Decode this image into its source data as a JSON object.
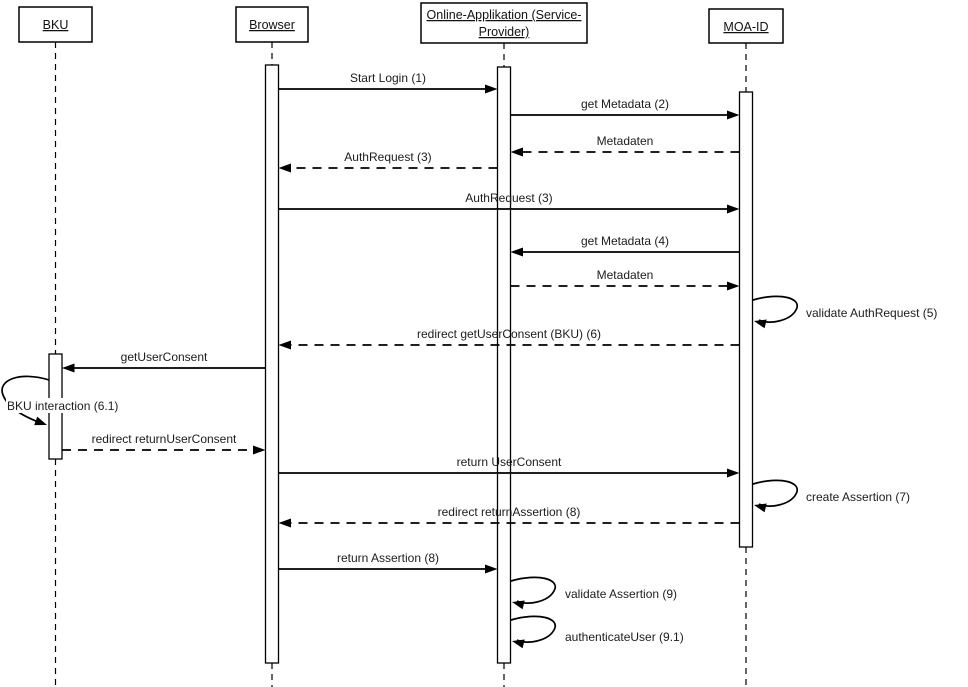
{
  "diagram": {
    "title": "MOA-ID authentication sequence diagram",
    "colors": {
      "line": "#000000",
      "background": "#ffffff",
      "text": "#1c1c1c"
    },
    "actors": {
      "bku": {
        "label": "BKU"
      },
      "browser": {
        "label": "Browser"
      },
      "service_provider": {
        "label_line1": "Online-Applikation (Service-",
        "label_line2": "Provider)"
      },
      "moa_id": {
        "label": "MOA-ID"
      }
    },
    "messages": {
      "start_login": {
        "label": "Start Login (1)",
        "from": "Browser",
        "to": "Online-Applikation",
        "style": "solid"
      },
      "get_metadata_2": {
        "label": "get Metadata (2)",
        "from": "Online-Applikation",
        "to": "MOA-ID",
        "style": "solid"
      },
      "metadaten_to_sp": {
        "label": "Metadaten",
        "from": "MOA-ID",
        "to": "Online-Applikation",
        "style": "dashed"
      },
      "authrequest_redirect": {
        "label": "AuthRequest (3)",
        "from": "Online-Applikation",
        "to": "Browser",
        "style": "dashed"
      },
      "authrequest_forward": {
        "label": "AuthRequest (3)",
        "from": "Browser",
        "to": "MOA-ID",
        "style": "solid"
      },
      "get_metadata_4": {
        "label": "get Metadata (4)",
        "from": "MOA-ID",
        "to": "Online-Applikation",
        "style": "solid"
      },
      "metadaten_to_moa": {
        "label": "Metadaten",
        "from": "Online-Applikation",
        "to": "MOA-ID",
        "style": "dashed"
      },
      "validate_authrequest": {
        "label": "validate AuthRequest (5)",
        "from": "MOA-ID",
        "to": "MOA-ID",
        "style": "self-loop"
      },
      "redirect_getuserconsent": {
        "label": "redirect getUserConsent (BKU) (6)",
        "from": "MOA-ID",
        "to": "Browser",
        "style": "dashed"
      },
      "getuserconsent": {
        "label": "getUserConsent",
        "from": "Browser",
        "to": "BKU",
        "style": "solid"
      },
      "bku_interaction": {
        "label": "BKU interaction (6.1)",
        "from": "BKU",
        "to": "BKU",
        "style": "self-loop"
      },
      "redirect_returnuserconsent": {
        "label": "redirect returnUserConsent",
        "from": "BKU",
        "to": "Browser",
        "style": "dashed"
      },
      "return_userconsent": {
        "label": "return UserConsent",
        "from": "Browser",
        "to": "MOA-ID",
        "style": "solid"
      },
      "create_assertion": {
        "label": "create Assertion (7)",
        "from": "MOA-ID",
        "to": "MOA-ID",
        "style": "self-loop"
      },
      "redirect_returnassertion": {
        "label": "redirect returnAssertion (8)",
        "from": "MOA-ID",
        "to": "Browser",
        "style": "dashed"
      },
      "return_assertion": {
        "label": "return Assertion (8)",
        "from": "Browser",
        "to": "Online-Applikation",
        "style": "solid"
      },
      "validate_assertion": {
        "label": "validate Assertion (9)",
        "from": "Online-Applikation",
        "to": "Online-Applikation",
        "style": "self-loop"
      },
      "authenticate_user": {
        "label": "authenticateUser (9.1)",
        "from": "Online-Applikation",
        "to": "Online-Applikation",
        "style": "self-loop"
      }
    }
  }
}
